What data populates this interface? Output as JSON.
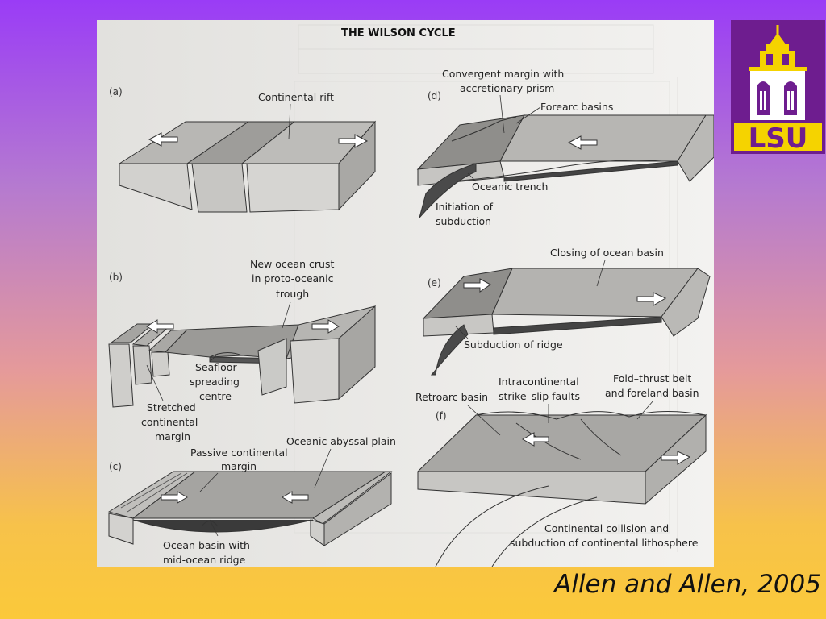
{
  "slide": {
    "figure_title": "THE WILSON CYCLE",
    "citation": "Allen and Allen, 2005"
  },
  "panels": {
    "a": {
      "letter": "(a)",
      "labels": [
        "Continental rift"
      ]
    },
    "b": {
      "letter": "(b)",
      "labels": [
        "New ocean crust",
        "in proto-oceanic",
        "trough",
        "Seafloor",
        "spreading",
        "centre",
        "Stretched",
        "continental",
        "margin"
      ]
    },
    "c": {
      "letter": "(c)",
      "labels": [
        "Passive continental",
        "margin",
        "Oceanic abyssal plain",
        "Ocean basin with",
        "mid-ocean ridge"
      ]
    },
    "d": {
      "letter": "(d)",
      "labels": [
        "Convergent margin with",
        "accretionary prism",
        "Forearc basins",
        "Oceanic trench",
        "Initiation of",
        "subduction"
      ]
    },
    "e": {
      "letter": "(e)",
      "labels": [
        "Closing of ocean basin",
        "Subduction of ridge"
      ]
    },
    "f": {
      "letter": "(f)",
      "labels": [
        "Retroarc basin",
        "Intracontinental",
        "strike–slip faults",
        "Fold–thrust belt",
        "and foreland basin",
        "Continental collision and",
        "subduction of continental lithosphere"
      ]
    }
  },
  "logo": {
    "text": "LSU"
  },
  "colors": {
    "bg_top": "#9a3cf6",
    "bg_bottom": "#fbc93a",
    "logo_bg": "#6e1d8f",
    "logo_gold": "#f5d300"
  }
}
